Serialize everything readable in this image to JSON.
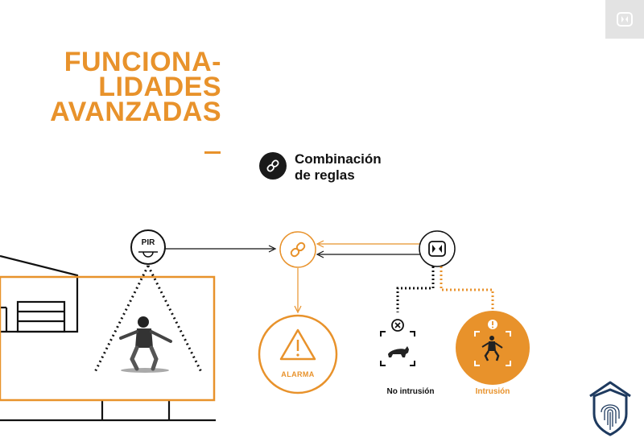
{
  "heading": {
    "line1": "FUNCIONA-",
    "line2": "LIDADES",
    "line3": "AVANZADAS"
  },
  "rule": {
    "title_line1": "Combinación",
    "title_line2": "de reglas",
    "icon": "link-icon"
  },
  "sensor": {
    "label": "PIR"
  },
  "alarm": {
    "label": "ALARMA"
  },
  "outcomes": {
    "no_intrusion": "No intrusión",
    "intrusion": "Intrusión"
  },
  "colors": {
    "accent": "#e8922b",
    "dark": "#111111",
    "corner_bg": "#e3e3e3"
  }
}
